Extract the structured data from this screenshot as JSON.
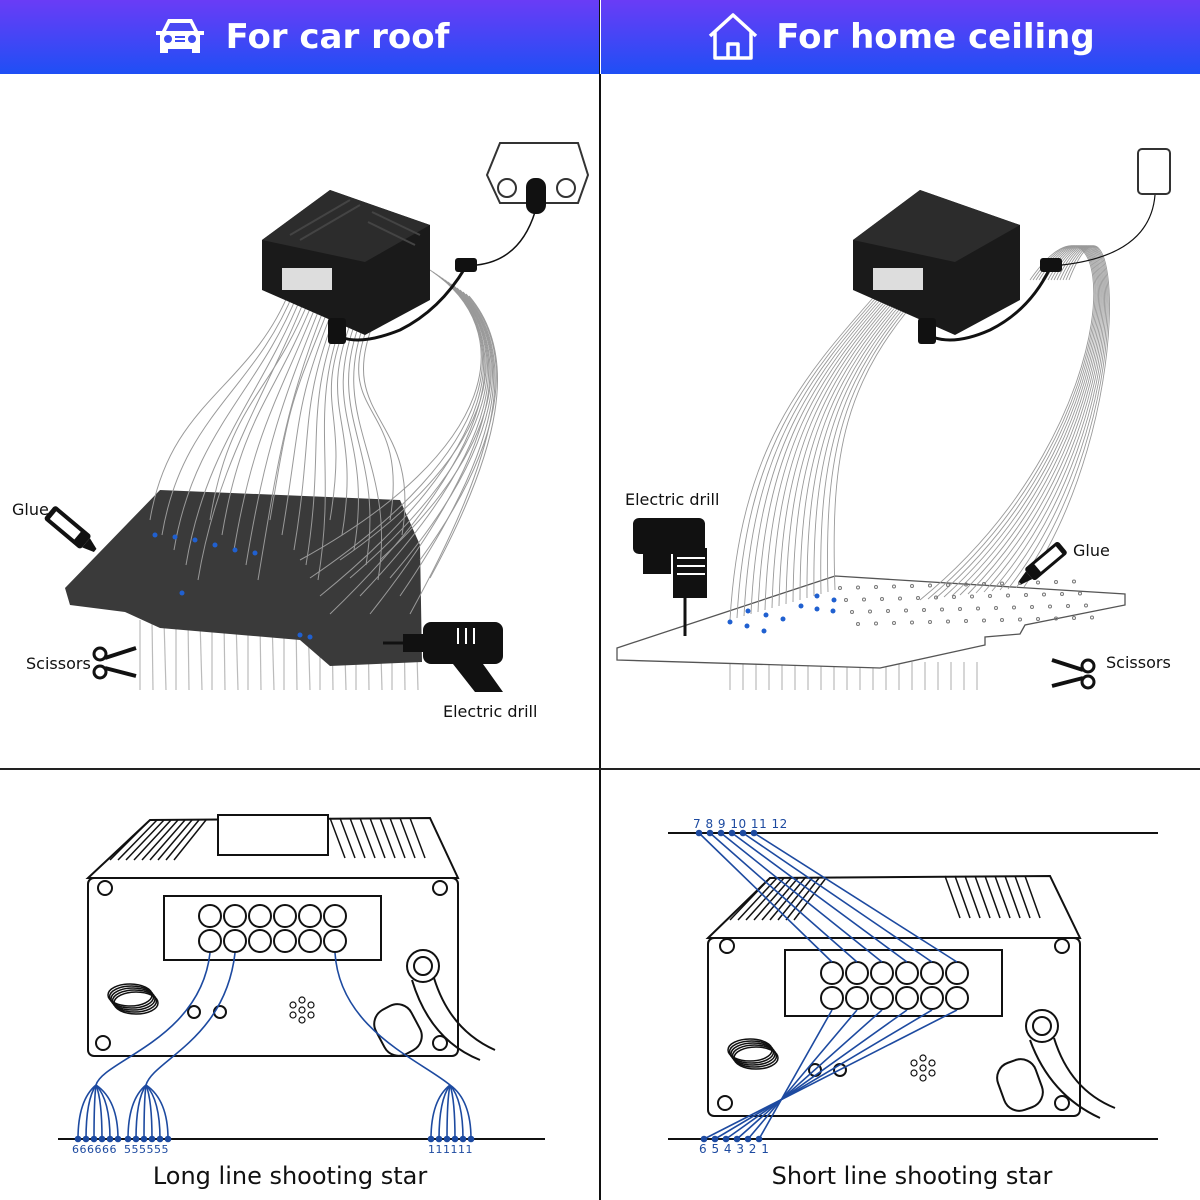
{
  "header": {
    "left": {
      "title": "For car roof",
      "icon": "car-icon"
    },
    "right": {
      "title": "For home ceiling",
      "icon": "house-icon"
    }
  },
  "car_panel": {
    "labels": {
      "glue": "Glue",
      "scissors": "Scissors",
      "drill": "Electric drill"
    }
  },
  "home_panel": {
    "labels": {
      "glue": "Glue",
      "scissors": "Scissors",
      "drill": "Electric drill"
    }
  },
  "long_line": {
    "caption": "Long line shooting star",
    "port_labels_6": "666666",
    "port_labels_5": "555555",
    "port_labels_1": "111111"
  },
  "short_line": {
    "caption": "Short line shooting star",
    "top_numbers": "7 8 9 10 11 12",
    "bottom_numbers": "6 5 4 3 2 1"
  },
  "colors": {
    "header_top": "#6a3cf6",
    "header_bottom": "#1f4ff5",
    "fiber_blue": "#1d4aa0"
  }
}
